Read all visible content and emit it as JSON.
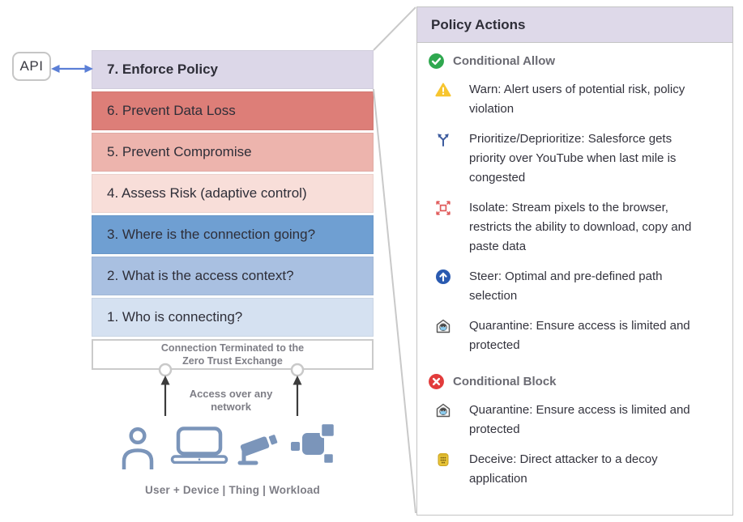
{
  "colors": {
    "lavender": "#dcd7e8",
    "row6_red": "#dd7e78",
    "row5_red": "#edb4ad",
    "row4_pink": "#f8ded9",
    "row3_blue": "#6f9fd2",
    "row2_blue": "#a9c0e1",
    "row1_blue": "#d5e1f1",
    "icon_slate": "#7b95ba",
    "arrow_blue": "#5b7fd6",
    "allow_green": "#2fa84f",
    "block_red": "#e23b3b",
    "warn_yellow": "#f7c52f",
    "steer_blue": "#2a5ab0",
    "prioritize_navy": "#3d5c9e",
    "isolate_red": "#e05a5a",
    "deceive_yellow": "#e8c437",
    "border_gray": "#c8c8c8",
    "text_dark": "#2e2e38",
    "text_gray": "#7e7e86"
  },
  "api": {
    "label": "API"
  },
  "stack": {
    "rows": [
      {
        "label": "7. Enforce Policy",
        "color": "#dcd7e8"
      },
      {
        "label": "6. Prevent Data Loss",
        "color": "#dd7e78"
      },
      {
        "label": "5. Prevent Compromise",
        "color": "#edb4ad"
      },
      {
        "label": "4. Assess Risk (adaptive control)",
        "color": "#f8ded9"
      },
      {
        "label": "3. Where is the connection going?",
        "color": "#6f9fd2"
      },
      {
        "label": "2. What is the access context?",
        "color": "#a9c0e1"
      },
      {
        "label": "1. Who is connecting?",
        "color": "#d5e1f1"
      }
    ],
    "termination_line1": "Connection Terminated to the",
    "termination_line2": "Zero Trust Exchange"
  },
  "access": {
    "line1": "Access over any",
    "line2": "network"
  },
  "sources": {
    "caption": "User + Device | Thing | Workload"
  },
  "panel": {
    "title": "Policy Actions",
    "sections": [
      {
        "label": "Conditional Allow",
        "icon": "check-circle-icon",
        "items": [
          {
            "icon": "warning-triangle-icon",
            "text": "Warn: Alert users of potential risk, policy violation"
          },
          {
            "icon": "prioritize-fork-icon",
            "text": "Prioritize/Deprioritize: Salesforce gets priority over YouTube when last mile is congested"
          },
          {
            "icon": "isolate-frame-icon",
            "text": "Isolate: Stream pixels to the browser, restricts the ability to download, copy and paste data"
          },
          {
            "icon": "steer-up-arrow-icon",
            "text": "Steer: Optimal and pre-defined path selection"
          },
          {
            "icon": "quarantine-house-icon",
            "text": "Quarantine: Ensure access is limited and protected"
          }
        ]
      },
      {
        "label": "Conditional Block",
        "icon": "x-circle-icon",
        "items": [
          {
            "icon": "quarantine-house-icon",
            "text": "Quarantine: Ensure access is limited and protected"
          },
          {
            "icon": "deceive-honeypot-icon",
            "text": "Deceive: Direct attacker to a decoy application"
          }
        ]
      }
    ]
  }
}
